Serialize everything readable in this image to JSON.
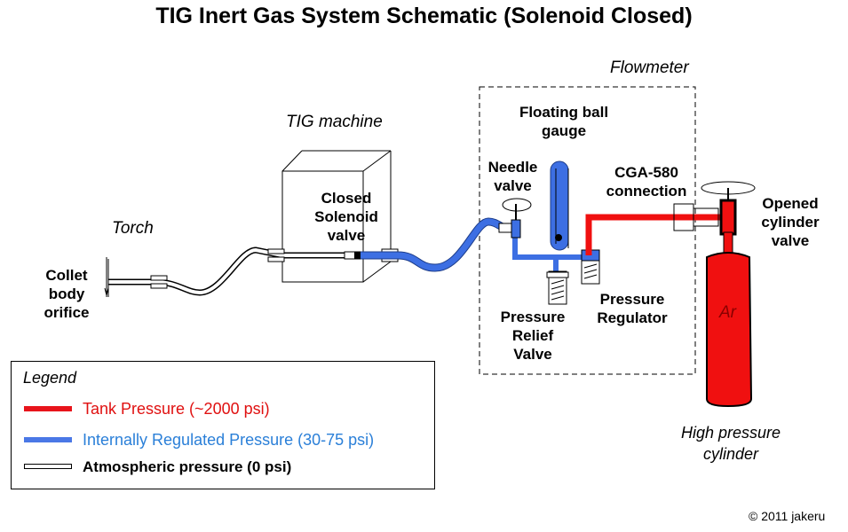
{
  "title": "TIG Inert Gas System Schematic (Solenoid Closed)",
  "labels": {
    "torch": "Torch",
    "collet": [
      "Collet",
      "body",
      "orifice"
    ],
    "tig_machine": "TIG machine",
    "solenoid": [
      "Closed",
      "Solenoid",
      "valve"
    ],
    "flowmeter": "Flowmeter",
    "floating_ball": [
      "Floating ball",
      "gauge"
    ],
    "needle_valve": [
      "Needle",
      "valve"
    ],
    "cga": [
      "CGA-580",
      "connection"
    ],
    "cylinder_valve": [
      "Opened",
      "cylinder",
      "valve"
    ],
    "pressure_regulator": [
      "Pressure",
      "Regulator"
    ],
    "relief_valve": [
      "Pressure",
      "Relief",
      "Valve"
    ],
    "gas": "Ar",
    "cylinder": [
      "High pressure",
      "cylinder"
    ]
  },
  "legend": {
    "title": "Legend",
    "items": [
      {
        "label": "Tank Pressure (~2000 psi)",
        "color": "#e8141b"
      },
      {
        "label": "Internally Regulated Pressure (30-75 psi)",
        "color": "#4a78e6"
      },
      {
        "label": "Atmospheric pressure (0 psi)",
        "color": "#ffffff"
      }
    ]
  },
  "colors": {
    "tank": "#f01010",
    "regulated": "#3d6fe3",
    "text_blue": "#2a7fd8",
    "text_red": "#e01010"
  },
  "copyright": "© 2011 jakeru"
}
